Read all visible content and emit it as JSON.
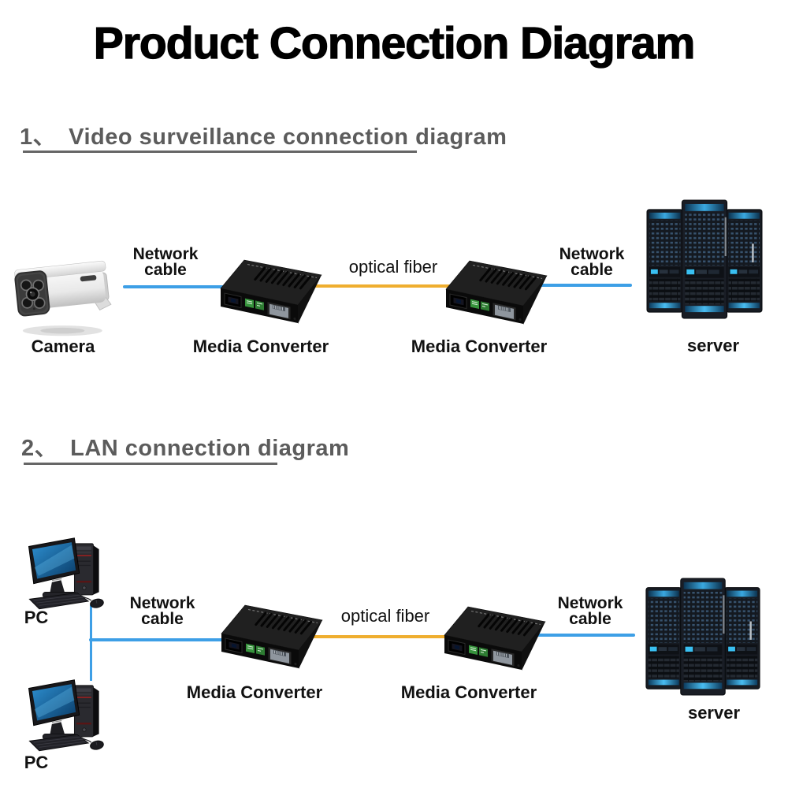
{
  "title": "Product Connection Diagram",
  "sections": [
    {
      "number": "1、",
      "heading": "Video surveillance connection diagram",
      "labels": {
        "camera": "Camera",
        "cable_left": "Network cable",
        "converter_left": "Media Converter",
        "fiber": "optical fiber",
        "converter_right": "Media Converter",
        "cable_right": "Network cable",
        "server": "server"
      }
    },
    {
      "number": "2、",
      "heading": "LAN connection diagram",
      "labels": {
        "pc_top": "PC",
        "pc_bottom": "PC",
        "cable_left": "Network cable",
        "converter_left": "Media Converter",
        "fiber": "optical fiber",
        "converter_right": "Media Converter",
        "cable_right": "Network cable",
        "server": "server"
      }
    }
  ],
  "icons": {
    "camera": "camera-icon",
    "media_converter": "media-converter-icon",
    "server": "server-icon",
    "pc": "pc-icon"
  },
  "colors": {
    "network_cable_line": "#3D9FE6",
    "optical_fiber_line": "#EFAE2F",
    "heading_text": "#5C5C5C",
    "title_text": "#000000",
    "label_text": "#111111",
    "background": "#FFFFFF"
  }
}
